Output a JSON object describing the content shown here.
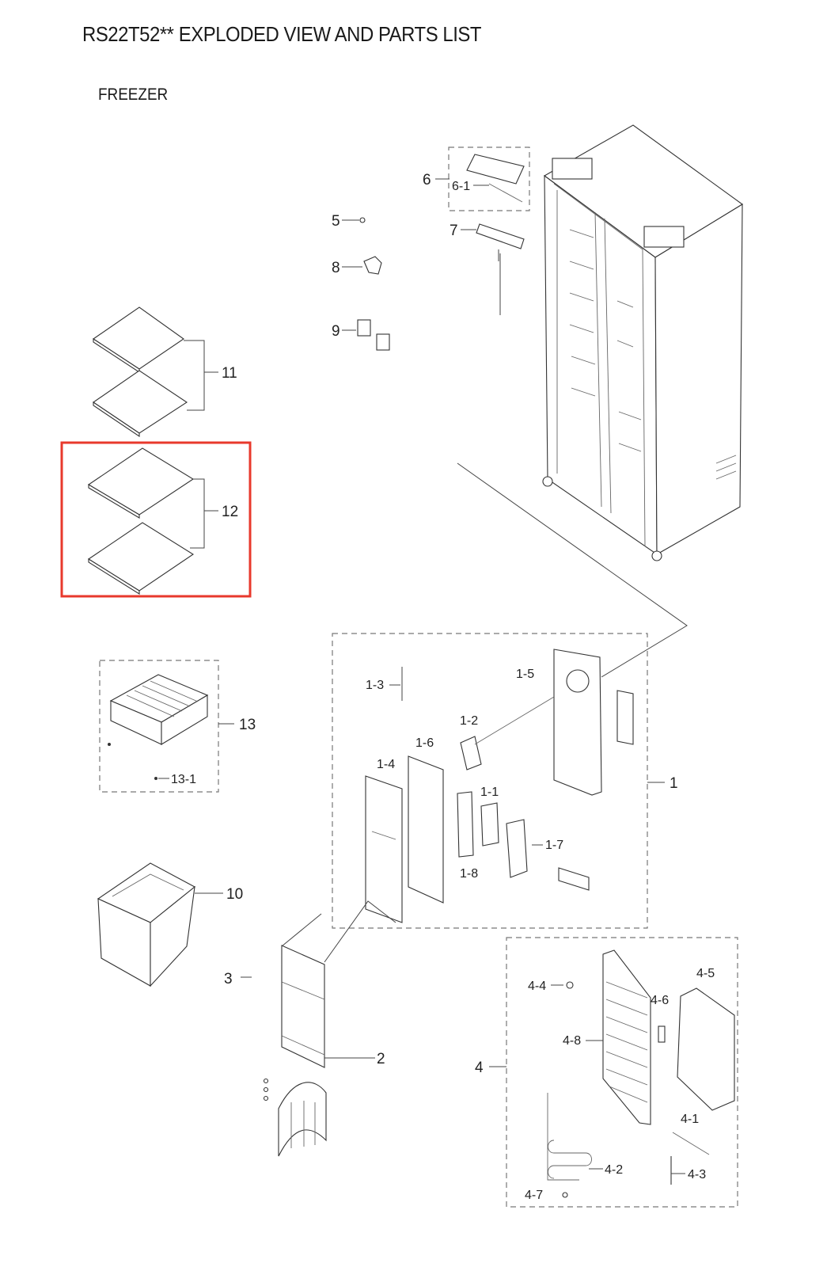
{
  "header": {
    "title": "RS22T52** EXPLODED VIEW AND PARTS LIST",
    "section": "FREEZER"
  },
  "highlight": {
    "color": "#e8392c",
    "part": "12"
  },
  "callouts": {
    "p1": "1",
    "p1_1": "1-1",
    "p1_2": "1-2",
    "p1_3": "1-3",
    "p1_4": "1-4",
    "p1_5": "1-5",
    "p1_6": "1-6",
    "p1_7": "1-7",
    "p1_8": "1-8",
    "p2": "2",
    "p3": "3",
    "p4": "4",
    "p4_1": "4-1",
    "p4_2": "4-2",
    "p4_3": "4-3",
    "p4_4": "4-4",
    "p4_5": "4-5",
    "p4_6": "4-6",
    "p4_7": "4-7",
    "p4_8": "4-8",
    "p5": "5",
    "p6": "6",
    "p6_1": "6-1",
    "p7": "7",
    "p8": "8",
    "p9": "9",
    "p10": "10",
    "p11": "11",
    "p12": "12",
    "p13": "13",
    "p13_1": "13-1"
  }
}
